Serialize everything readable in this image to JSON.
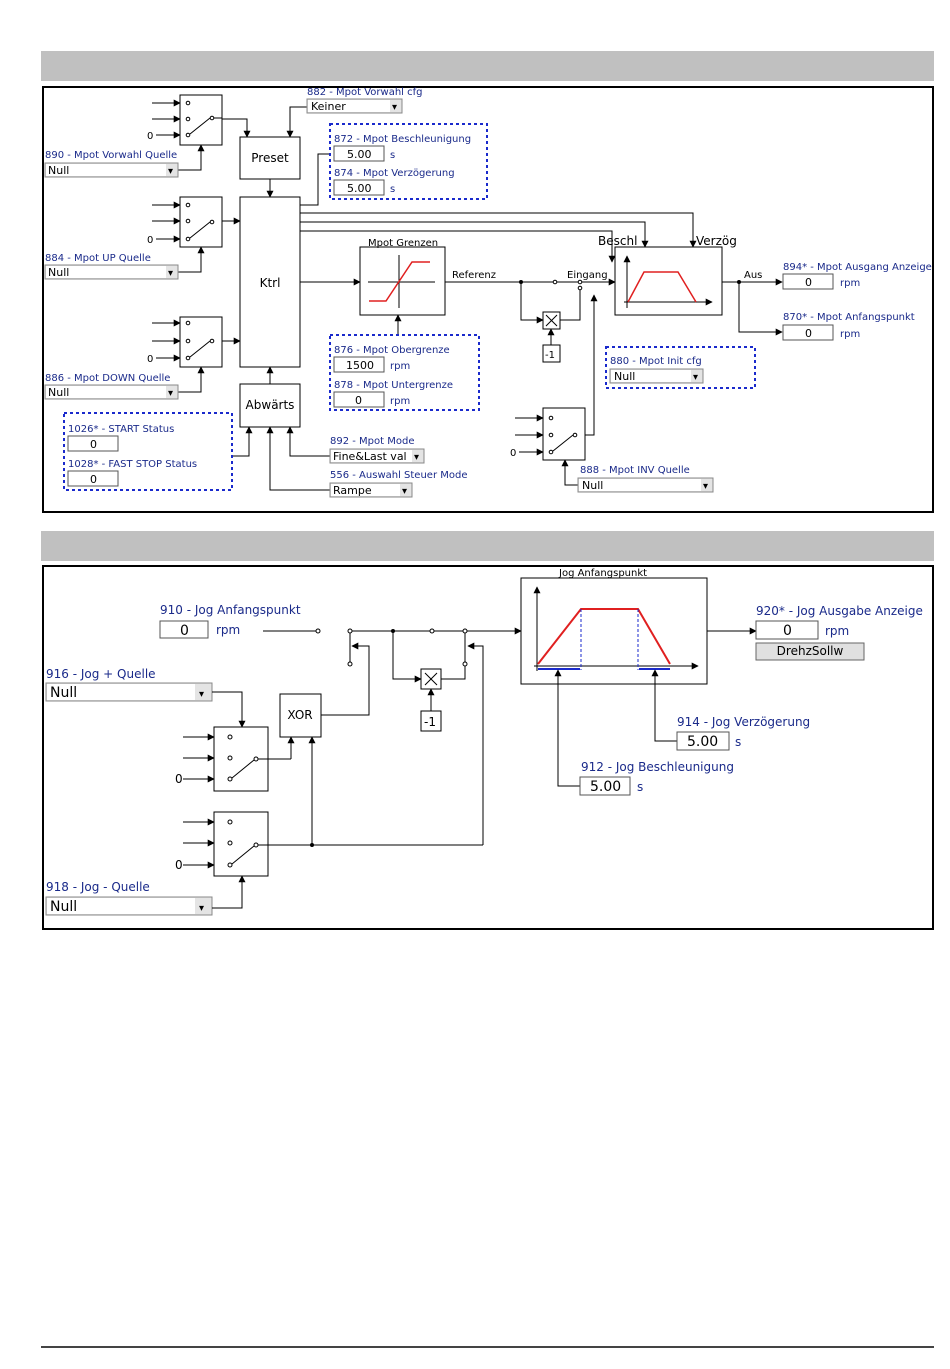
{
  "motorpot": {
    "preset_block": "Preset",
    "ctrl_block": "Ktrl",
    "down_block": "Abwärts",
    "limits_title": "Mpot Grenzen",
    "ramp_accel": "Beschl",
    "ramp_decel": "Verzög",
    "ramp_in": "Eingang",
    "ramp_out": "Aus",
    "reference": "Referenz",
    "neg": "-1",
    "zero": "0",
    "preset_cfg": {
      "label": "882 - Mpot Vorwahl cfg",
      "value": "Keiner"
    },
    "preset_src": {
      "label": "890 - Mpot Vorwahl Quelle",
      "value": "Null"
    },
    "up_src": {
      "label": "884 - Mpot UP Quelle",
      "value": "Null"
    },
    "down_src": {
      "label": "886 - Mpot DOWN Quelle",
      "value": "Null"
    },
    "accel": {
      "label": "872 - Mpot Beschleunigung",
      "value": "5.00",
      "unit": "s"
    },
    "decel": {
      "label": "874 - Mpot Verzögerung",
      "value": "5.00",
      "unit": "s"
    },
    "upper": {
      "label": "876 - Mpot Obergrenze",
      "value": "1500",
      "unit": "rpm"
    },
    "lower": {
      "label": "878 - Mpot Untergrenze",
      "value": "0",
      "unit": "rpm"
    },
    "start_status": {
      "label": "1026* - START Status",
      "value": "0"
    },
    "fast_stop": {
      "label": "1028* - FAST STOP Status",
      "value": "0"
    },
    "mode": {
      "label": "892 - Mpot Mode",
      "value": "Fine&Last val"
    },
    "ctrl_mode": {
      "label": "556 - Auswahl Steuer Mode",
      "value": "Rampe"
    },
    "out_display": {
      "label": "894* - Mpot Ausgang Anzeige",
      "value": "0",
      "unit": "rpm"
    },
    "start_point": {
      "label": "870* - Mpot Anfangspunkt",
      "value": "0",
      "unit": "rpm"
    },
    "init_cfg": {
      "label": "880 - Mpot Init cfg",
      "value": "Null"
    },
    "inv_src": {
      "label": "888 - Mpot INV Quelle",
      "value": "Null"
    }
  },
  "jog": {
    "ramp_title": "Jog Anfangspunkt",
    "xor": "XOR",
    "neg": "-1",
    "zero": "0",
    "setpoint": {
      "label": "910 - Jog Anfangspunkt",
      "value": "0",
      "unit": "rpm"
    },
    "plus_src": {
      "label": "916 - Jog + Quelle",
      "value": "Null"
    },
    "minus_src": {
      "label": "918 - Jog - Quelle",
      "value": "Null"
    },
    "output": {
      "label": "920* - Jog Ausgabe Anzeige",
      "value": "0",
      "unit": "rpm"
    },
    "output_button": "DrehzSollw",
    "decel": {
      "label": "914 - Jog Verzögerung",
      "value": "5.00",
      "unit": "s"
    },
    "accel": {
      "label": "912 - Jog Beschleunigung",
      "value": "5.00",
      "unit": "s"
    }
  },
  "colors": {
    "label": "#1a2a8a",
    "dashed_border": "#1a2acc",
    "ramp": "#e02020",
    "header_bar": "#c0c0c0"
  }
}
